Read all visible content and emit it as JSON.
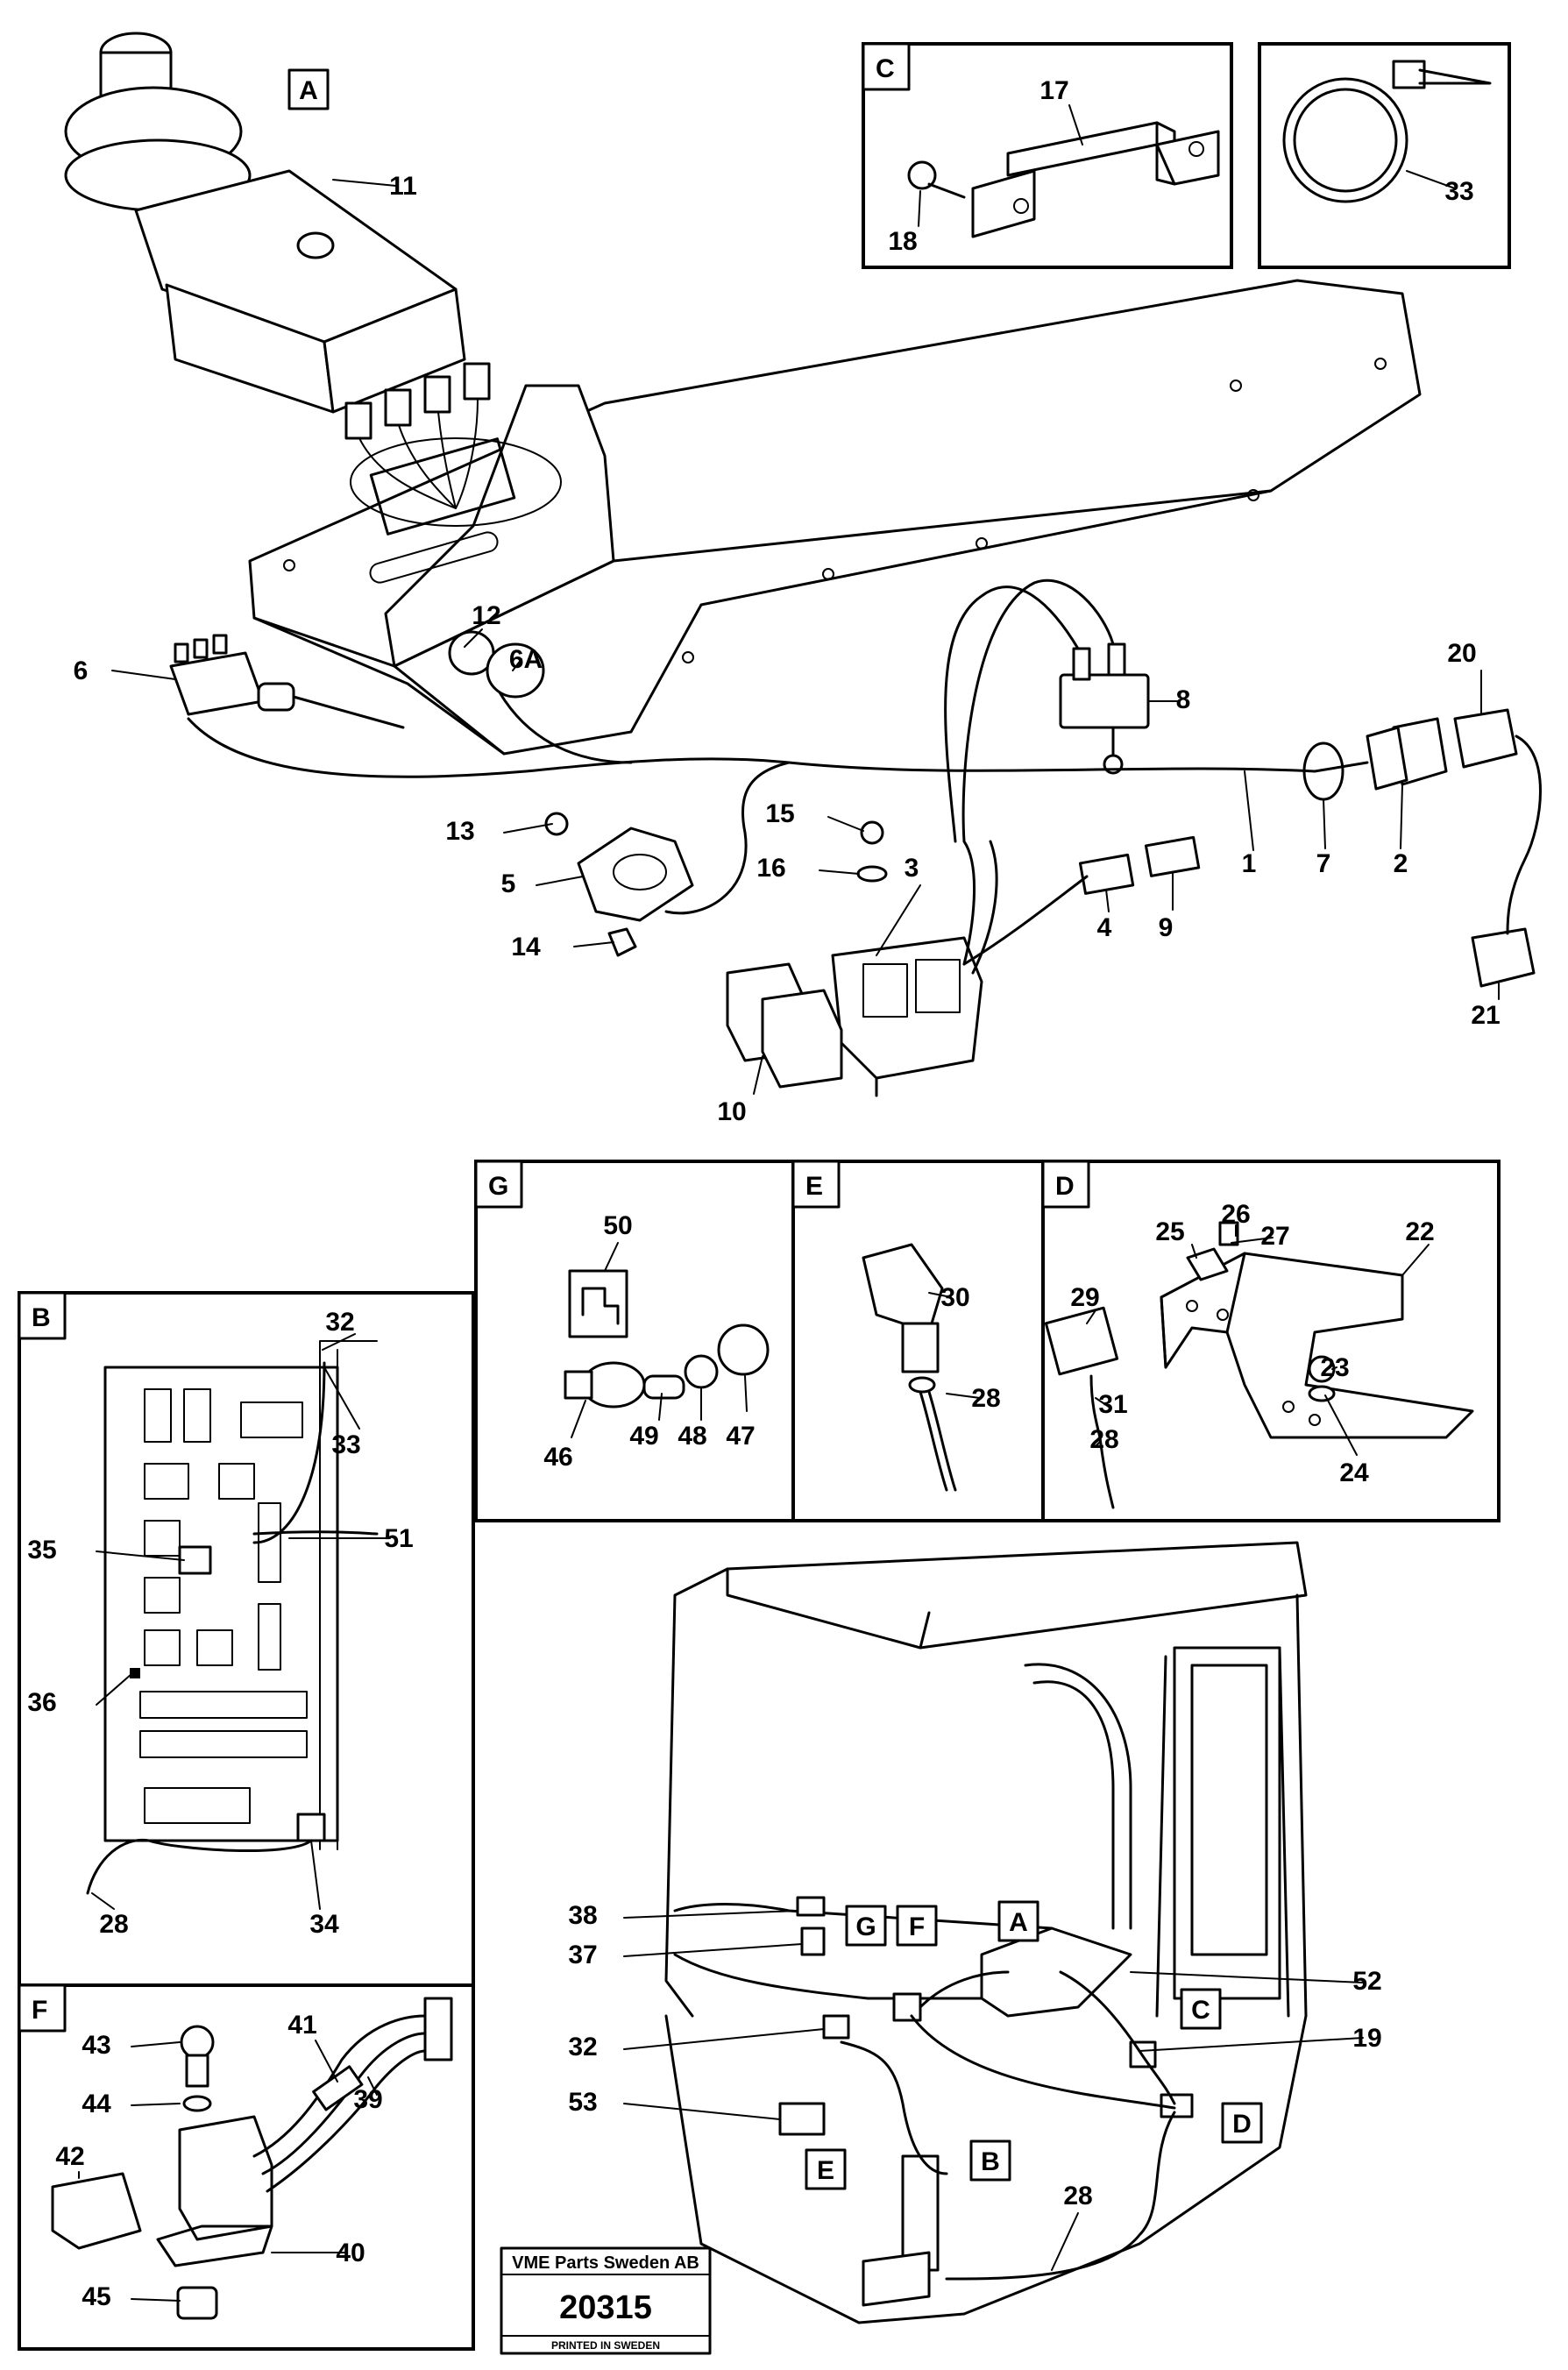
{
  "diagram": {
    "panel_letters": [
      "A",
      "B",
      "C",
      "D",
      "E",
      "F",
      "G"
    ],
    "callouts": [
      "1",
      "2",
      "3",
      "4",
      "5",
      "6",
      "6A",
      "7",
      "8",
      "9",
      "10",
      "11",
      "12",
      "13",
      "14",
      "15",
      "16",
      "17",
      "18",
      "19",
      "20",
      "21",
      "22",
      "23",
      "24",
      "25",
      "26",
      "27",
      "28",
      "29",
      "30",
      "31",
      "32",
      "33",
      "34",
      "35",
      "36",
      "37",
      "38",
      "39",
      "40",
      "41",
      "42",
      "43",
      "44",
      "45",
      "46",
      "47",
      "48",
      "49",
      "50",
      "51",
      "52",
      "53"
    ]
  },
  "stamp": {
    "company": "VME Parts Sweden AB",
    "number": "20315",
    "footer": "PRINTED IN SWEDEN"
  }
}
